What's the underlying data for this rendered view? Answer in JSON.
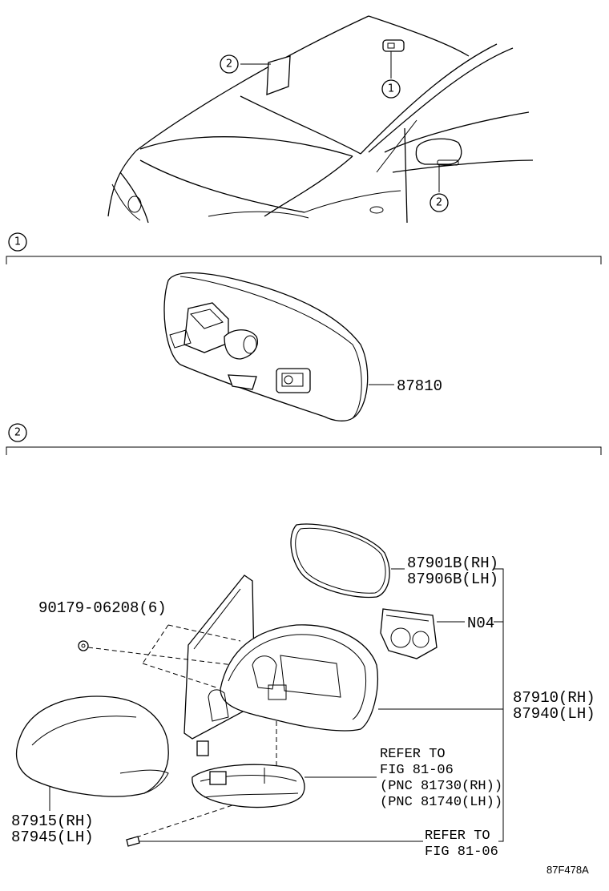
{
  "callouts": {
    "sec1": "1",
    "sec2": "2",
    "car_a": "2",
    "car_b": "1",
    "car_c": "2"
  },
  "parts": {
    "inner_mirror": "87810",
    "outer_glass_rh": "87901B(RH)",
    "outer_glass_lh": "87906B(LH)",
    "screw": "90179-06208(6)",
    "motor": "N04",
    "mirror_assy_rh": "87910(RH)",
    "mirror_assy_lh": "87940(LH)",
    "cover_rh": "87915(RH)",
    "cover_lh": "87945(LH)"
  },
  "refs": {
    "lamp_line1": "REFER TO",
    "lamp_line2": "FIG 81-06",
    "lamp_line3": "(PNC 81730(RH))",
    "lamp_line4": "(PNC 81740(LH))",
    "screw_line1": "REFER TO",
    "screw_line2": "FIG 81-06"
  },
  "diagram_code": "87F478A"
}
